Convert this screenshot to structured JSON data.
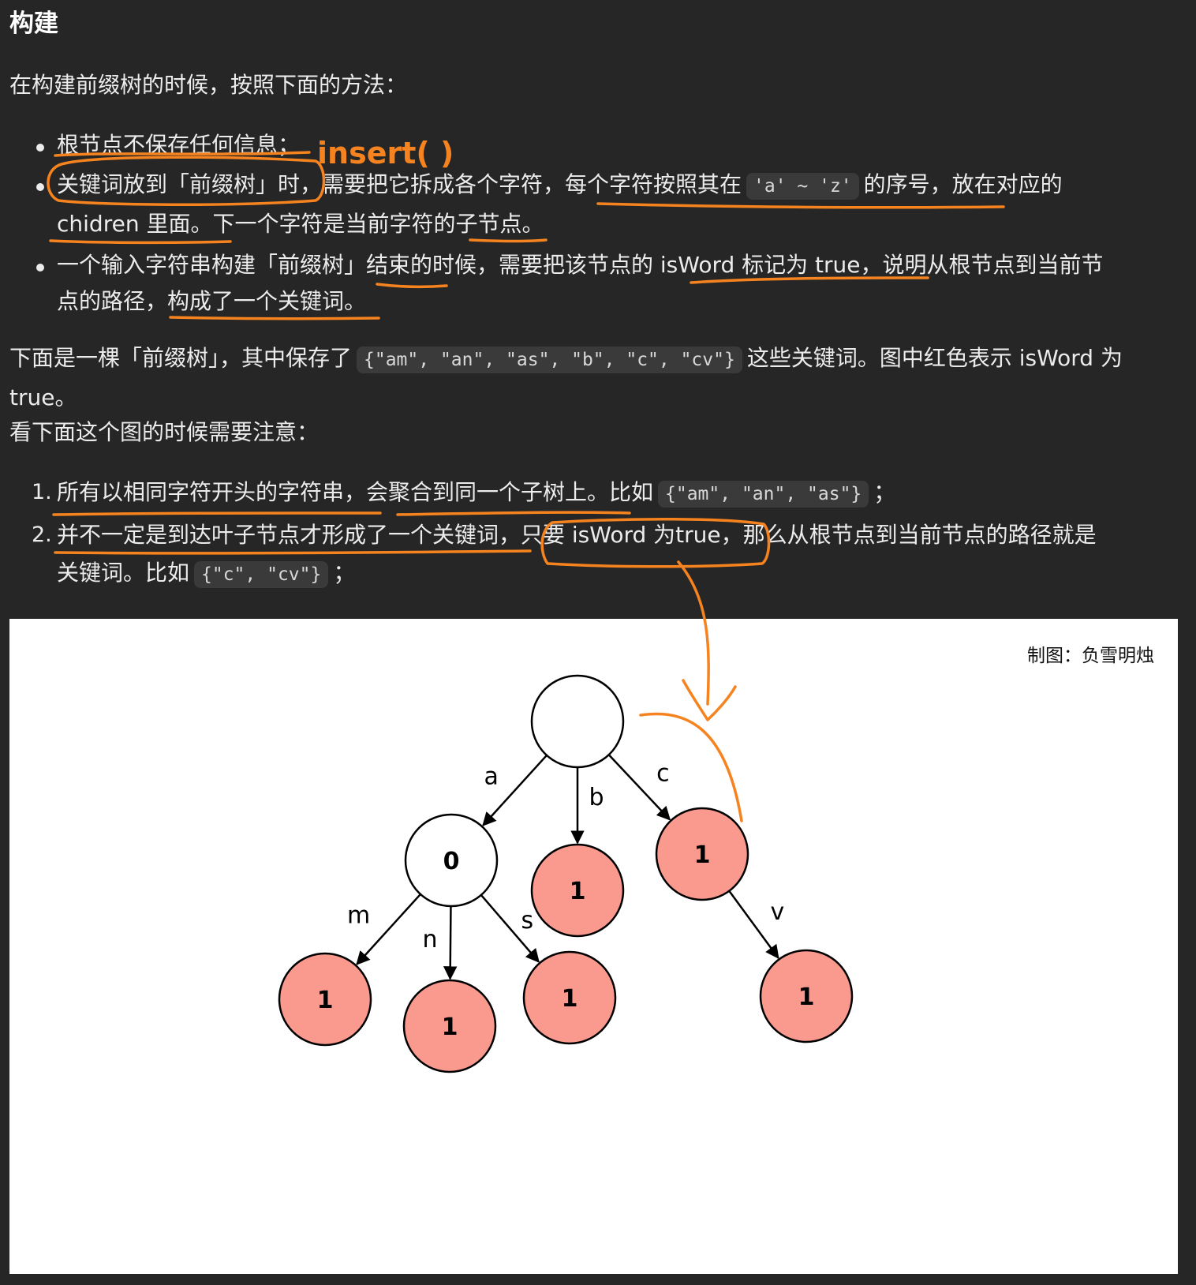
{
  "heading": "构建",
  "intro": "在构建前缀树的时候，按照下面的方法：",
  "bullets": {
    "b1": "根节点不保存任何信息；",
    "b2_l1_a": "关键词放到「前缀树」时，需要把它拆成各个字符，每个字符按照其在",
    "b2_code": "'a' ~ 'z'",
    "b2_l1_b": "的序号，放在对应的",
    "b2_l2": "chidren 里面。下一个字符是当前字符的子节点。",
    "b3_l1": "一个输入字符串构建「前缀树」结束的时候，需要把该节点的 isWord 标记为 true，说明从根节点到当前节",
    "b3_l2": "点的路径，构成了一个关键词。"
  },
  "para2": {
    "l1_a": "下面是一棵「前缀树」，其中保存了",
    "code": "{\"am\", \"an\", \"as\", \"b\", \"c\", \"cv\"}",
    "l1_b": "这些关键词。图中红色表示 isWord 为",
    "l2": "true。",
    "l3": "看下面这个图的时候需要注意："
  },
  "ordered": {
    "n1": "1.",
    "i1_a": "所有以相同字符开头的字符串，会聚合到同一个子树上。比如",
    "i1_code": "{\"am\", \"an\", \"as\"}",
    "i1_b": "；",
    "n2": "2.",
    "i2_l1": "并不一定是到达叶子节点才形成了一个关键词，只要 isWord 为true，那么从根节点到当前节点的路径就是",
    "i2_l2_a": "关键词。比如",
    "i2_code": "{\"c\", \"cv\"}",
    "i2_l2_b": "；"
  },
  "annotation": {
    "insert": "insert( )"
  },
  "figure": {
    "credit": "制图：负雪明烛",
    "nodes": [
      {
        "id": "root",
        "label": "",
        "is_word": false
      },
      {
        "id": "a",
        "label": "0",
        "is_word": false
      },
      {
        "id": "b",
        "label": "1",
        "is_word": true
      },
      {
        "id": "c",
        "label": "1",
        "is_word": true
      },
      {
        "id": "am",
        "label": "1",
        "is_word": true
      },
      {
        "id": "an",
        "label": "1",
        "is_word": true
      },
      {
        "id": "as",
        "label": "1",
        "is_word": true
      },
      {
        "id": "cv",
        "label": "1",
        "is_word": true
      }
    ],
    "edges": [
      {
        "from": "root",
        "to": "a",
        "label": "a"
      },
      {
        "from": "root",
        "to": "b",
        "label": "b"
      },
      {
        "from": "root",
        "to": "c",
        "label": "c"
      },
      {
        "from": "a",
        "to": "am",
        "label": "m"
      },
      {
        "from": "a",
        "to": "an",
        "label": "n"
      },
      {
        "from": "a",
        "to": "as",
        "label": "s"
      },
      {
        "from": "c",
        "to": "cv",
        "label": "v"
      }
    ],
    "colors": {
      "word_fill": "#fa9a8e",
      "plain_fill": "#ffffff",
      "stroke": "#000000",
      "annotation": "#f5831f"
    }
  }
}
